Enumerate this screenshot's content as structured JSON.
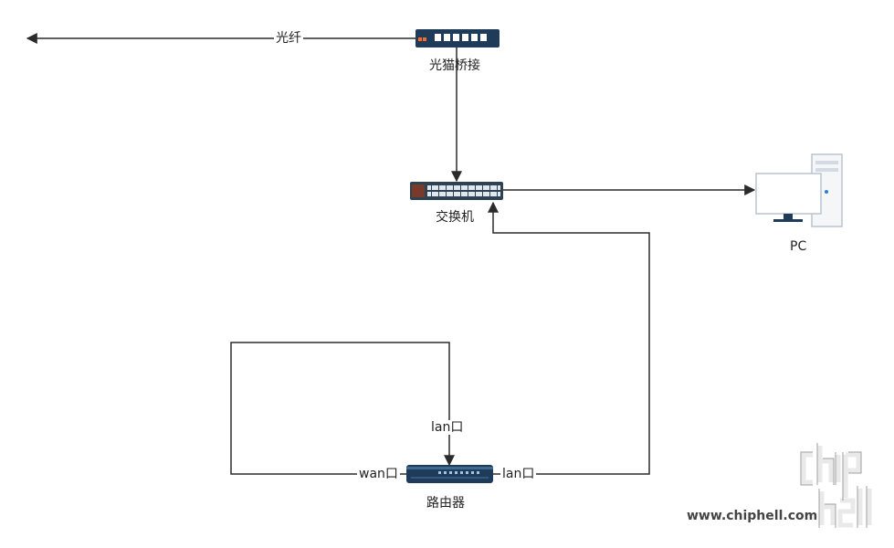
{
  "nodes": {
    "modem": {
      "label": "光猫桥接"
    },
    "switch": {
      "label": "交换机"
    },
    "pc": {
      "label": "PC"
    },
    "router": {
      "label": "路由器"
    }
  },
  "edge_labels": {
    "fiber": "光纤",
    "router_lan_top": "lan口",
    "router_wan": "wan口",
    "router_lan_right": "lan口"
  },
  "watermark": {
    "url": "www.chiphell.com",
    "logo_text": "chiphell"
  },
  "colors": {
    "line": "#2b2b2b",
    "device_dark": "#1f3b5a",
    "device_port": "#9fc3e6",
    "pc_frame": "#b9c4cf"
  }
}
